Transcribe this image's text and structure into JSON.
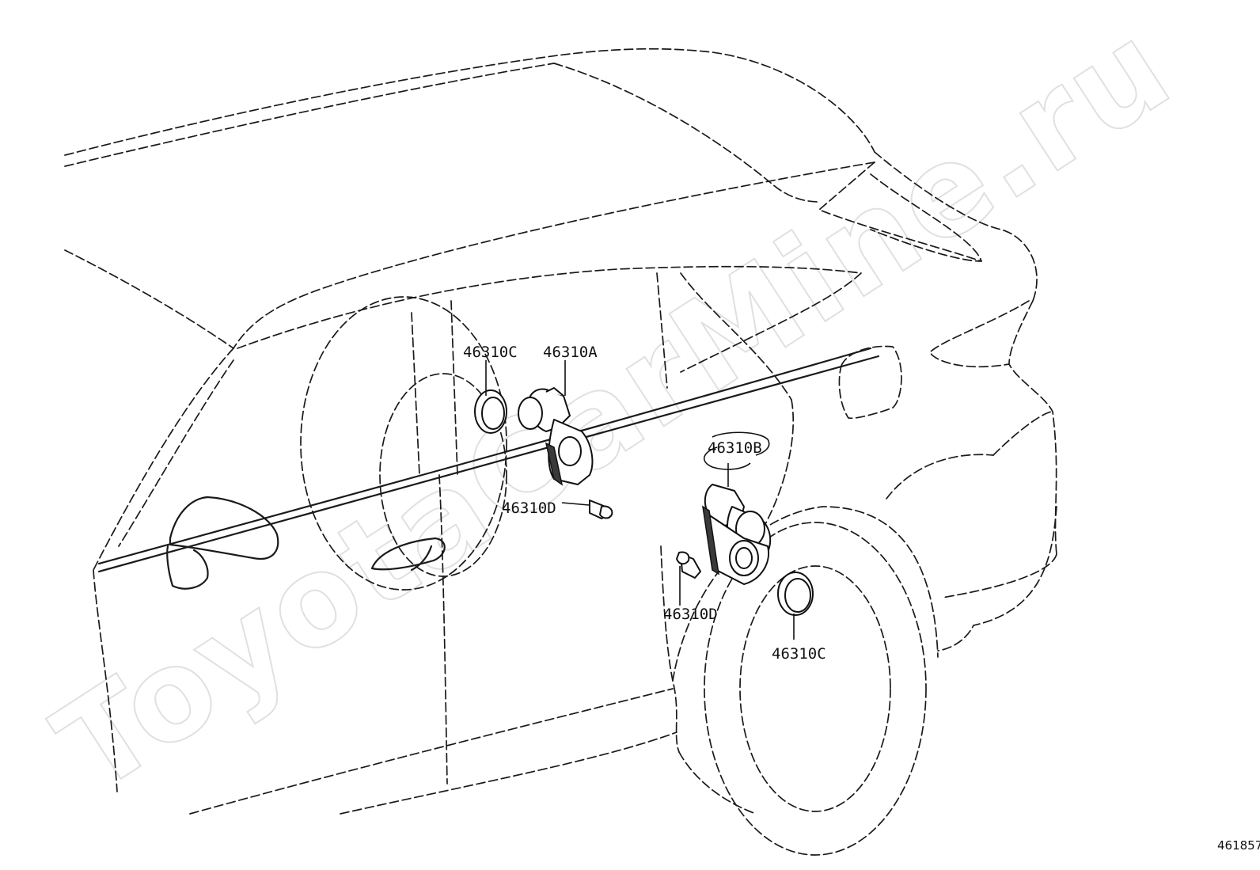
{
  "watermark": "ToyotaCarMine.ru",
  "diagram_number": "461857",
  "callouts": [
    {
      "id": "c-46310C-front",
      "text": "46310C"
    },
    {
      "id": "c-46310A",
      "text": "46310A"
    },
    {
      "id": "c-46310D-front",
      "text": "46310D"
    },
    {
      "id": "c-46310B",
      "text": "46310B"
    },
    {
      "id": "c-46310D-rear",
      "text": "46310D"
    },
    {
      "id": "c-46310C-rear",
      "text": "46310C"
    }
  ],
  "icons": [
    "grommet-icon",
    "door-lock-motor-icon",
    "bolt-icon"
  ]
}
